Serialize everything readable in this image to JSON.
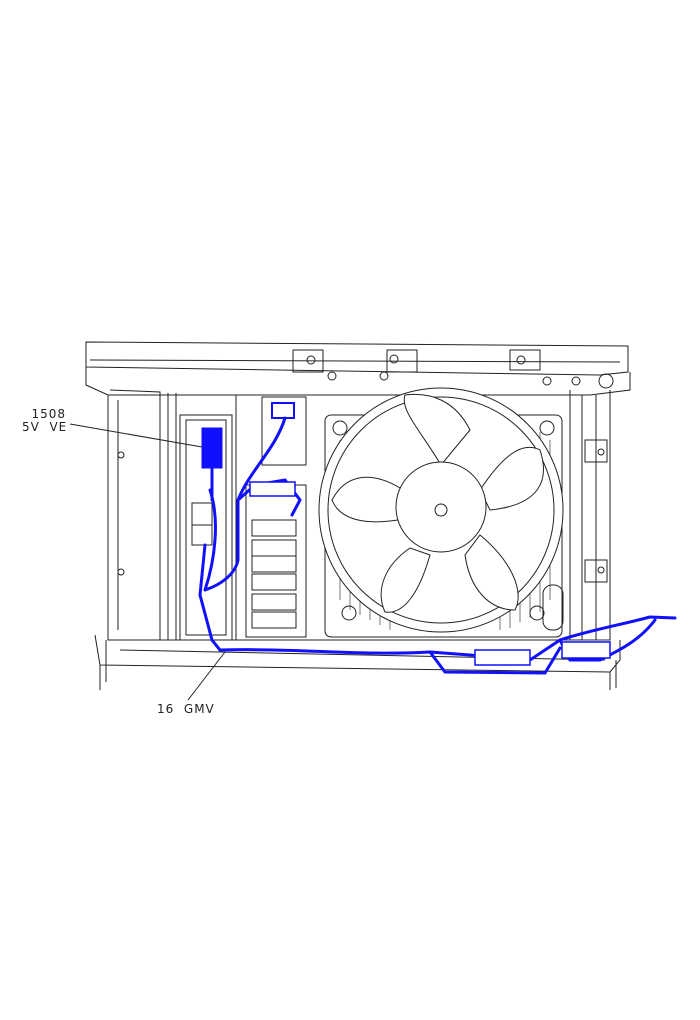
{
  "callouts": {
    "component": {
      "line1": "1508",
      "line2": "5V  VE"
    },
    "harness": {
      "text": "16  GMV"
    }
  },
  "colors": {
    "harness": "#1010ff",
    "line": "#222222"
  }
}
